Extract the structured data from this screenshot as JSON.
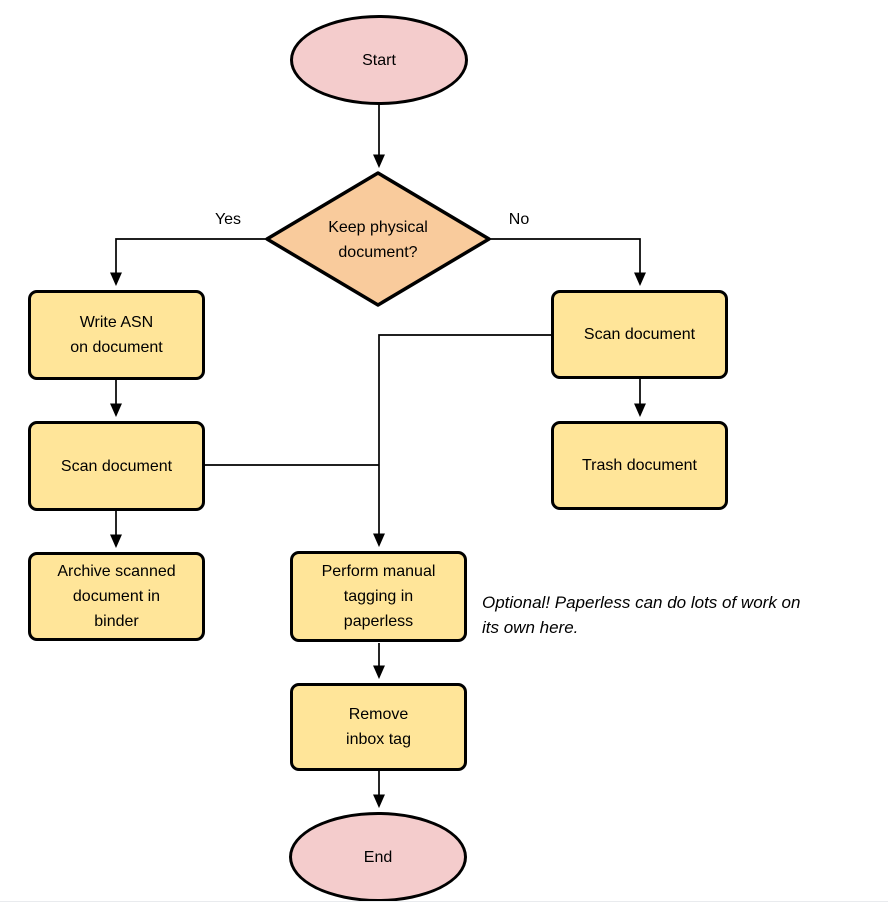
{
  "diagram": {
    "type": "flowchart",
    "background": "#ffffff",
    "colors": {
      "terminal_fill": "#f4cccc",
      "decision_fill": "#f9cb9c",
      "process_fill": "#ffe599",
      "stroke": "#000000",
      "text": "#000000"
    },
    "nodes": {
      "start": {
        "type": "terminal",
        "label": "Start"
      },
      "decision": {
        "type": "decision",
        "label": "Keep physical\ndocument?"
      },
      "write_asn": {
        "type": "process",
        "label": "Write ASN\non document"
      },
      "scan_left": {
        "type": "process",
        "label": "Scan document"
      },
      "archive": {
        "type": "process",
        "label": "Archive scanned\ndocument in\nbinder"
      },
      "scan_right": {
        "type": "process",
        "label": "Scan document"
      },
      "trash": {
        "type": "process",
        "label": "Trash document"
      },
      "tagging": {
        "type": "process",
        "label": "Perform manual\ntagging in\npaperless"
      },
      "remove_inbox": {
        "type": "process",
        "label": "Remove\ninbox tag"
      },
      "end": {
        "type": "terminal",
        "label": "End"
      }
    },
    "edge_labels": {
      "yes": "Yes",
      "no": "No"
    },
    "edges": [
      {
        "from": "start",
        "to": "decision",
        "label": ""
      },
      {
        "from": "decision",
        "to": "write_asn",
        "label": "Yes"
      },
      {
        "from": "decision",
        "to": "scan_right",
        "label": "No"
      },
      {
        "from": "write_asn",
        "to": "scan_left",
        "label": ""
      },
      {
        "from": "scan_left",
        "to": "archive",
        "label": ""
      },
      {
        "from": "scan_right",
        "to": "trash",
        "label": ""
      },
      {
        "from": "scan_left",
        "to": "tagging",
        "label": ""
      },
      {
        "from": "scan_right",
        "to": "tagging",
        "label": ""
      },
      {
        "from": "tagging",
        "to": "remove_inbox",
        "label": ""
      },
      {
        "from": "remove_inbox",
        "to": "end",
        "label": ""
      }
    ],
    "annotation": "Optional! Paperless can do lots of work on\nits own here."
  }
}
